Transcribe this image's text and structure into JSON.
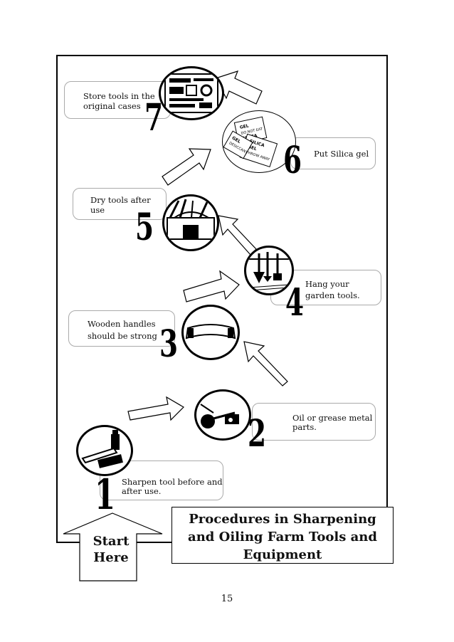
{
  "steps": [
    {
      "number": "1",
      "label": "Sharpen tool before and after use."
    },
    {
      "number": "2",
      "label": "Oil or grease metal parts."
    },
    {
      "number": "3",
      "label": "Wooden handles should be strong"
    },
    {
      "number": "4",
      "label": "Hang your garden tools."
    },
    {
      "number": "5",
      "label": "Dry tools after use"
    },
    {
      "number": "6",
      "label": "Put Silica gel"
    },
    {
      "number": "7",
      "label": "Store tools in the original cases"
    }
  ],
  "silica_packet_text": {
    "line1": "GEL",
    "line2": "DO NOT EAT",
    "line3": "SILICA",
    "line4": "THROW AWAY",
    "line5": "DESICCANT"
  },
  "start": {
    "line1": "Start",
    "line2": "Here"
  },
  "title": {
    "line1": "Procedures in Sharpening",
    "line2": "and Oiling Farm Tools and",
    "line3": "Equipment"
  },
  "page_number": "15"
}
